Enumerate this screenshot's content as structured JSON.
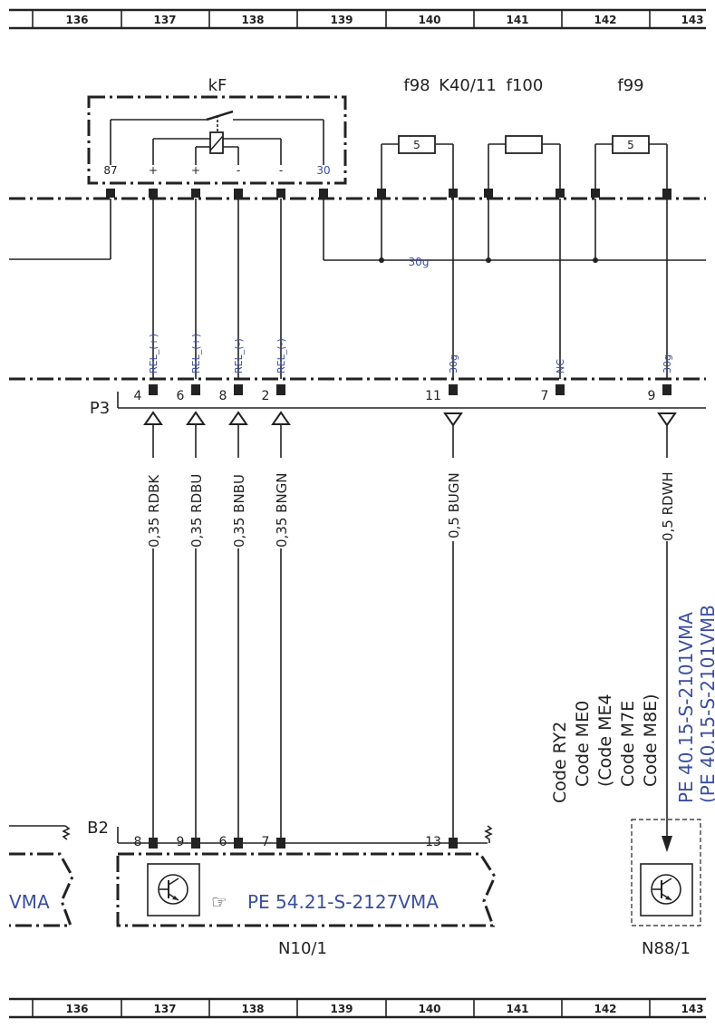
{
  "grid": {
    "top_columns": [
      "136",
      "137",
      "138",
      "139",
      "140",
      "141",
      "142",
      "143"
    ],
    "bottom_columns": [
      "136",
      "137",
      "138",
      "139",
      "140",
      "141",
      "142",
      "143"
    ]
  },
  "components": {
    "kF": {
      "label": "kF",
      "pins": [
        "87",
        "+",
        "+",
        "-",
        "-",
        "30"
      ]
    },
    "f98": {
      "label": "f98",
      "value": "5"
    },
    "K40_11": {
      "label": "K40/11"
    },
    "f100": {
      "label": "f100"
    },
    "f99": {
      "label": "f99",
      "value": "5"
    },
    "bus_label": "30g",
    "P3": {
      "label": "P3",
      "pins": [
        "4",
        "6",
        "8",
        "2",
        "11",
        "7",
        "9"
      ]
    },
    "B2": {
      "label": "B2",
      "pins": [
        "8",
        "9",
        "6",
        "7",
        "13"
      ]
    },
    "N10_1": {
      "label": "N10/1",
      "ref": "PE 54.21-S-2127VMA",
      "side_ref": "VMA"
    },
    "N88_1": {
      "label": "N88/1"
    }
  },
  "signals": [
    "REL_(+)",
    "REL_(+)",
    "REL_(-)",
    "REL_(-)",
    "30g",
    "NC",
    "30g"
  ],
  "wires": [
    "0,35 RDBK",
    "0,35 RDBU",
    "0,35 BNBU",
    "0,35 BNGN",
    "0,5 BUGN",
    "0,5 RDWH"
  ],
  "codes": [
    "Code RY2",
    "Code ME0",
    "(Code ME4",
    "Code M7E",
    "Code M8E)"
  ],
  "refs": [
    "PE 40.15-S-2101VMA",
    "(PE 40.15-S-2101VMB"
  ]
}
